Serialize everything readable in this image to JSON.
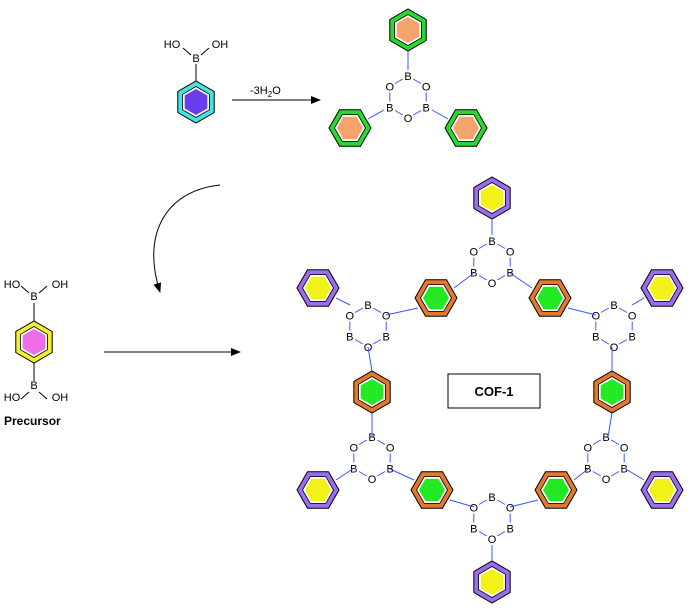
{
  "reaction": {
    "reagent_label": "-3H",
    "reagent_subscript": "2",
    "reagent_tail": "O"
  },
  "precursor": {
    "label": "Precursor"
  },
  "product": {
    "label": "COF-1"
  },
  "atoms": {
    "boron": "B",
    "oxygen": "O",
    "hydroxyl": "OH",
    "hydroxyl_left": "HO"
  },
  "colors": {
    "phenyl_boronic_fill": "#6b3df0",
    "phenyl_boronic_ring": "#45e2e6",
    "boroxine_phenyl_fill": "#f4a36a",
    "boroxine_phenyl_ring": "#27d92c",
    "precursor_fill": "#ee6de8",
    "precursor_ring": "#f1f22b",
    "cof_terminal_fill": "#f2f21a",
    "cof_terminal_ring": "#9b6cf0",
    "cof_linker_fill": "#24e824",
    "cof_linker_ring": "#e3782c",
    "bond": "#3a55ff"
  }
}
